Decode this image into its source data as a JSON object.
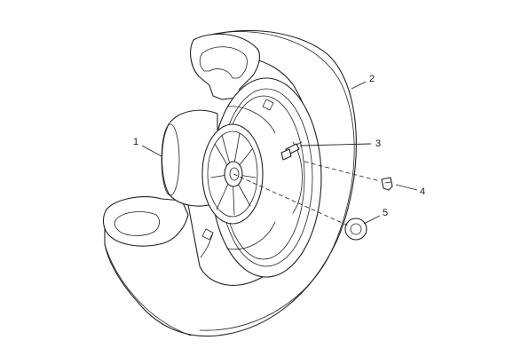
{
  "diagram": {
    "callouts": [
      {
        "id": "1",
        "label": "1"
      },
      {
        "id": "2",
        "label": "2"
      },
      {
        "id": "3",
        "label": "3"
      },
      {
        "id": "4",
        "label": "4"
      },
      {
        "id": "5",
        "label": "5"
      }
    ],
    "parts": [
      {
        "callout": "1",
        "icon": "wheel-rim-icon"
      },
      {
        "callout": "2",
        "icon": "tire-icon"
      },
      {
        "callout": "3",
        "icon": "valve-icon"
      },
      {
        "callout": "4",
        "icon": "clip-icon"
      },
      {
        "callout": "5",
        "icon": "washer-icon"
      }
    ]
  }
}
